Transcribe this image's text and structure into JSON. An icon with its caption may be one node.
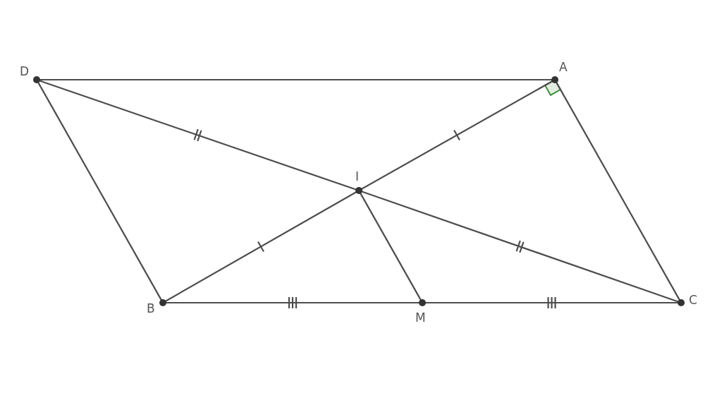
{
  "diagram": {
    "nodes": [
      {
        "text": [
          "D"
        ]
      },
      {
        "text": [
          "A"
        ]
      },
      {
        "text": [
          "I"
        ]
      },
      {
        "text": [
          "B"
        ]
      },
      {
        "text": [
          "M"
        ]
      },
      {
        "text": [
          "C"
        ]
      }
    ],
    "edges": [
      {
        "from": 0,
        "to": 1,
        "arrow": "none"
      },
      {
        "from": 0,
        "to": 3,
        "arrow": "none"
      },
      {
        "from": 1,
        "to": 5,
        "arrow": "none"
      },
      {
        "from": 3,
        "to": 4,
        "arrow": "none"
      },
      {
        "from": 4,
        "to": 5,
        "arrow": "none"
      },
      {
        "from": 0,
        "to": 2,
        "arrow": "none"
      },
      {
        "from": 2,
        "to": 5,
        "arrow": "none"
      },
      {
        "from": 1,
        "to": 2,
        "arrow": "none"
      },
      {
        "from": 2,
        "to": 3,
        "arrow": "none"
      },
      {
        "from": 2,
        "to": 4,
        "arrow": "none"
      }
    ]
  }
}
